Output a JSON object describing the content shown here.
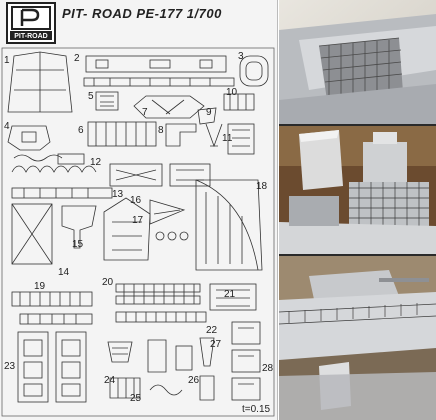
{
  "sheet": {
    "logo_text": "PIT-ROAD",
    "title": "PIT- ROAD PE-177  1/700",
    "thickness": "t=0.15",
    "part_numbers": [
      {
        "n": "1"
      },
      {
        "n": "2"
      },
      {
        "n": "3"
      },
      {
        "n": "4"
      },
      {
        "n": "5"
      },
      {
        "n": "6"
      },
      {
        "n": "7"
      },
      {
        "n": "8"
      },
      {
        "n": "9"
      },
      {
        "n": "10"
      },
      {
        "n": "11"
      },
      {
        "n": "12"
      },
      {
        "n": "13"
      },
      {
        "n": "14"
      },
      {
        "n": "15"
      },
      {
        "n": "16"
      },
      {
        "n": "17"
      },
      {
        "n": "18"
      },
      {
        "n": "19"
      },
      {
        "n": "20"
      },
      {
        "n": "21"
      },
      {
        "n": "22"
      },
      {
        "n": "23"
      },
      {
        "n": "24"
      },
      {
        "n": "25"
      },
      {
        "n": "26"
      },
      {
        "n": "27"
      },
      {
        "n": "28"
      }
    ]
  },
  "photos": [
    {
      "subject": "ship-deck-railings-photo"
    },
    {
      "subject": "ship-funnel-superstructure-photo"
    },
    {
      "subject": "ship-turret-railings-photo"
    }
  ],
  "colors": {
    "sheet": "#f4f4f4",
    "etch_line": "#333333",
    "hull": "#c9ccd0"
  }
}
